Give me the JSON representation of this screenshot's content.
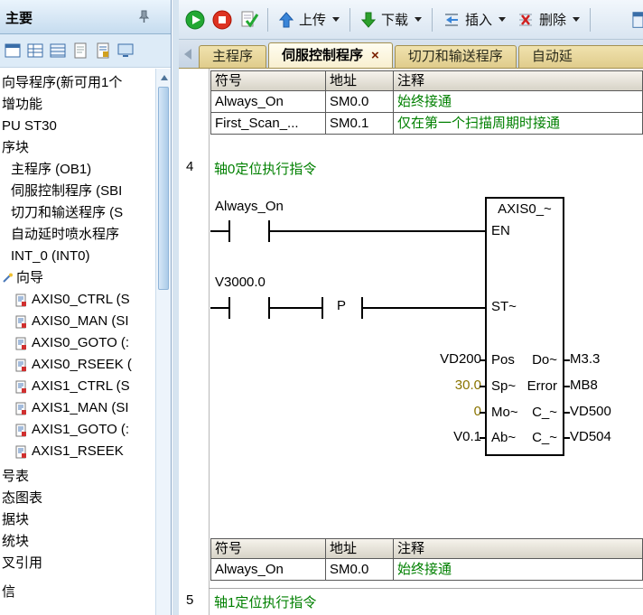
{
  "sidebar": {
    "title": "主要",
    "tree": [
      {
        "label": "向导程序(新可用1个"
      },
      {
        "label": "增功能"
      },
      {
        "label": "PU ST30"
      },
      {
        "label": "序块"
      },
      {
        "label": "主程序 (OB1)"
      },
      {
        "label": "伺服控制程序 (SBI"
      },
      {
        "label": "切刀和输送程序 (S"
      },
      {
        "label": "自动延时喷水程序"
      },
      {
        "label": "INT_0 (INT0)"
      },
      {
        "label": "向导"
      },
      {
        "label": "AXIS0_CTRL (S"
      },
      {
        "label": "AXIS0_MAN (SI"
      },
      {
        "label": "AXIS0_GOTO (:"
      },
      {
        "label": "AXIS0_RSEEK ("
      },
      {
        "label": "AXIS1_CTRL (S"
      },
      {
        "label": "AXIS1_MAN (SI"
      },
      {
        "label": "AXIS1_GOTO (:"
      },
      {
        "label": "AXIS1_RSEEK"
      },
      {
        "label": "号表"
      },
      {
        "label": "态图表"
      },
      {
        "label": "据块"
      },
      {
        "label": "统块"
      },
      {
        "label": "叉引用"
      },
      {
        "label": "信"
      }
    ]
  },
  "toolbar": {
    "upload": "上传",
    "download": "下载",
    "insert": "插入",
    "delete": "删除"
  },
  "tabs": [
    {
      "label": "主程序"
    },
    {
      "label": "伺服控制程序",
      "close": "×"
    },
    {
      "label": "切刀和输送程序"
    },
    {
      "label": "自动延"
    }
  ],
  "editor": {
    "table_top": {
      "headers": [
        "符号",
        "地址",
        "注释"
      ],
      "rows": [
        {
          "symbol": "Always_On",
          "address": "SM0.0",
          "comment": "始终接通"
        },
        {
          "symbol": "First_Scan_...",
          "address": "SM0.1",
          "comment": "仅在第一个扫描周期时接通"
        }
      ]
    },
    "network4": {
      "number": "4",
      "comment": "轴0定位执行指令"
    },
    "ladder": {
      "contact1": "Always_On",
      "contact2": "V3000.0",
      "edge": "P",
      "block": {
        "title": "AXIS0_~",
        "en": "EN",
        "st": "ST~",
        "left_pins": [
          {
            "operand": "VD200",
            "pin": "Pos"
          },
          {
            "operand": "30.0",
            "pin": "Sp~"
          },
          {
            "operand": "0",
            "pin": "Mo~"
          },
          {
            "operand": "V0.1",
            "pin": "Ab~"
          }
        ],
        "right_pins": [
          {
            "pin": "Do~",
            "operand": "M3.3"
          },
          {
            "pin": "Error",
            "operand": "MB8"
          },
          {
            "pin": "C_~",
            "operand": "VD500"
          },
          {
            "pin": "C_~",
            "operand": "VD504"
          }
        ]
      }
    },
    "table_bottom": {
      "headers": [
        "符号",
        "地址",
        "注释"
      ],
      "rows": [
        {
          "symbol": "Always_On",
          "address": "SM0.0",
          "comment": "始终接通"
        }
      ]
    },
    "network5": {
      "number": "5",
      "comment": "轴1定位执行指令"
    }
  },
  "colors": {
    "comment_green": "#008000",
    "constant_olive": "#8a7400",
    "run_green": "#22a833",
    "stop_red": "#dd3322",
    "tab_yellow": "#e8d69b",
    "panel_blue": "#ddebf7"
  }
}
